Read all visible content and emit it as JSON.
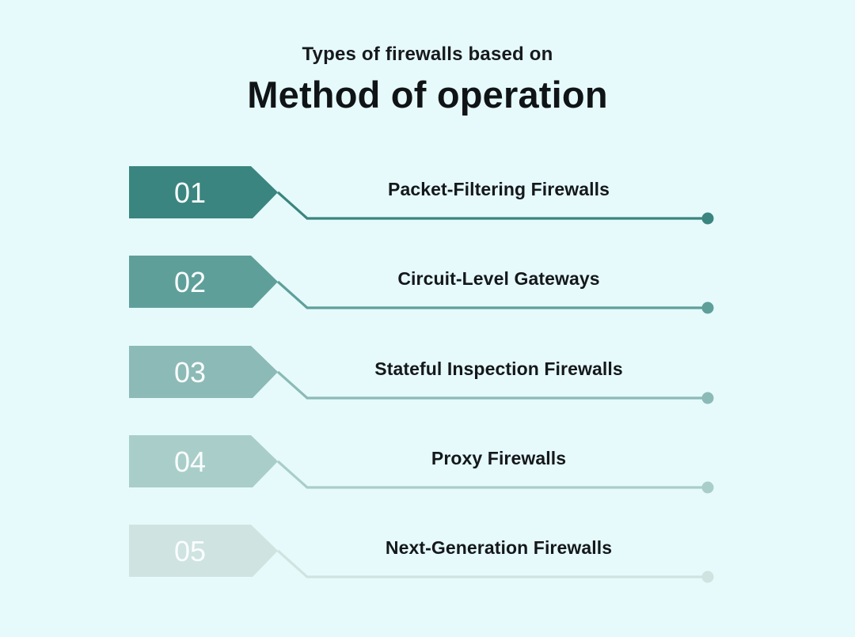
{
  "page": {
    "background_color": "#E6FAFB",
    "text_color": "#16191D"
  },
  "header": {
    "subtitle": "Types of firewalls based on",
    "title": "Method of operation"
  },
  "items": [
    {
      "number": "01",
      "label": "Packet-Filtering Firewalls",
      "color": "#3A857F"
    },
    {
      "number": "02",
      "label": "Circuit-Level Gateways",
      "color": "#5F9F9A"
    },
    {
      "number": "03",
      "label": "Stateful Inspection Firewalls",
      "color": "#8CBAB6"
    },
    {
      "number": "04",
      "label": "Proxy Firewalls",
      "color": "#A9CECA"
    },
    {
      "number": "05",
      "label": "Next-Generation Firewalls",
      "color": "#CFE3E1"
    }
  ],
  "number_text_color": "#FAFDFD"
}
